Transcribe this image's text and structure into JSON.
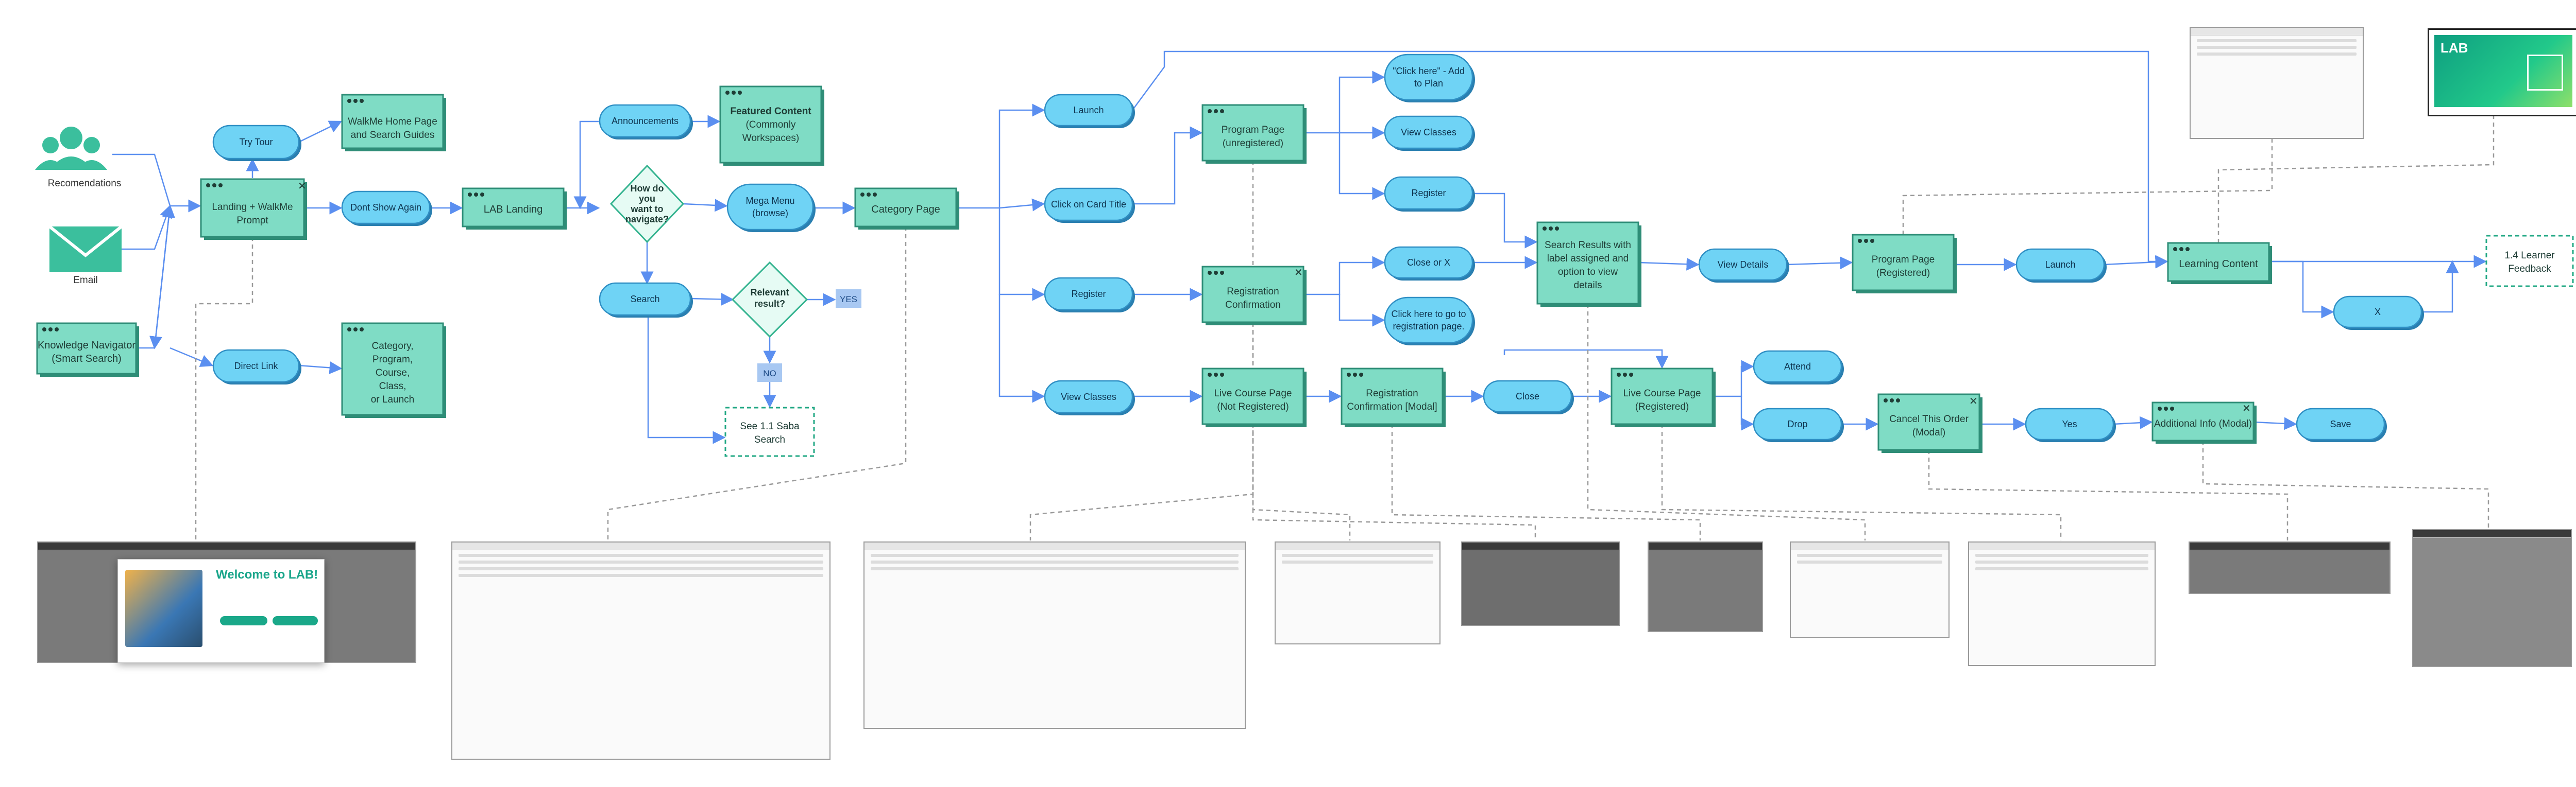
{
  "nodes": {
    "recommendations": "Recomendations",
    "email": "Email",
    "knowledge_navigator": [
      "Knowledge Navigator",
      "(Smart Search)"
    ],
    "try_tour": "Try Tour",
    "walkme_home": [
      "WalkMe Home Page",
      "and Search Guides"
    ],
    "landing_walkme": [
      "Landing + WalkMe",
      "Prompt"
    ],
    "dont_show_again": "Dont Show Again",
    "lab_landing": "LAB Landing",
    "direct_link": "Direct Link",
    "category_program": [
      "Category,",
      "Program,",
      "Course,",
      "Class,",
      "or Launch"
    ],
    "announcements": "Announcements",
    "featured_content": [
      "Featured Content",
      "(Commonly",
      "Workspaces)"
    ],
    "how_navigate": [
      "How do",
      "you",
      "want to",
      "navigate?"
    ],
    "mega_menu": [
      "Mega Menu",
      "(browse)"
    ],
    "search": "Search",
    "relevant_result": [
      "Relevant",
      "result?"
    ],
    "yes": "YES",
    "no": "NO",
    "see_saba": [
      "See 1.1 Saba",
      "Search"
    ],
    "category_page": "Category Page",
    "launch": "Launch",
    "click_card_title": "Click on Card Title",
    "register": "Register",
    "view_classes": "View Classes",
    "program_page_unreg": [
      "Program Page",
      "(unregistered)"
    ],
    "click_here_add": [
      "\"Click here\" - Add",
      "to Plan"
    ],
    "view_classes_2": "View Classes",
    "register_2": "Register",
    "registration_confirmation": [
      "Registration",
      "Confirmation"
    ],
    "close_or_x": "Close or X",
    "click_here_goto": [
      "Click here  to go to",
      "registration page."
    ],
    "search_results": [
      "Search Results with",
      "label assigned and",
      "option to view",
      "details"
    ],
    "view_details": "View Details",
    "program_page_reg": [
      "Program Page",
      "(Registered)"
    ],
    "launch_2": "Launch",
    "learning_content": "Learning Content",
    "x": "X",
    "learner_feedback": [
      "1.4 Learner",
      "Feedback"
    ],
    "live_course_not_reg": [
      "Live Course Page",
      "(Not Registered)"
    ],
    "registration_conf_modal": [
      "Registration",
      "Confirmation [Modal]"
    ],
    "close": "Close",
    "live_course_reg": [
      "Live Course Page",
      "(Registered)"
    ],
    "attend": "Attend",
    "drop": "Drop",
    "cancel_order": [
      "Cancel This Order",
      "(Modal)"
    ],
    "yes_2": "Yes",
    "additional_info": "Additional Info (Modal)",
    "save": "Save"
  },
  "thumbnails": {
    "welcome_title": "Welcome to LAB!",
    "lab_logo": "LAB"
  },
  "colors": {
    "teal_box": "#7fdcc5",
    "teal_box_border": "#2e8d77",
    "pill": "#6fd3f5",
    "pill_border": "#2f8fc4",
    "connector": "#5b8ff0",
    "dashed": "#9a9a9a",
    "icon_teal": "#3bbf9d"
  }
}
